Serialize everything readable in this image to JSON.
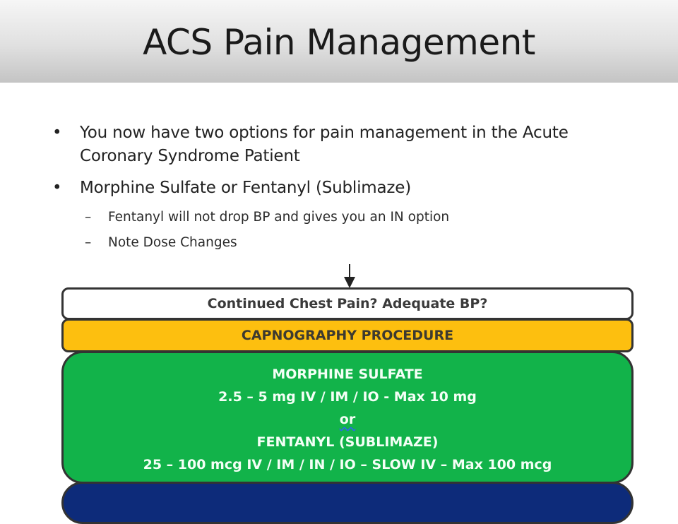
{
  "slide": {
    "title": "ACS Pain Management",
    "bullets": [
      {
        "text": "You now have two options for pain management in the Acute Coronary Syndrome Patient"
      },
      {
        "text": "Morphine Sulfate or Fentanyl (Sublimaze)"
      }
    ],
    "sub_bullets": [
      {
        "text": "Fentanyl will not drop BP and gives you an IN option"
      },
      {
        "text": "Note Dose Changes"
      }
    ]
  },
  "flowchart": {
    "step1": "Continued Chest Pain? Adequate BP?",
    "step2": "CAPNOGRAPHY PROCEDURE",
    "step3": {
      "line1": "MORPHINE SULFATE",
      "line2": "2.5 – 5 mg IV / IM / IO - Max 10 mg",
      "line3": "or",
      "line4": "FENTANYL (SUBLIMAZE)",
      "line5": "25 – 100 mcg IV / IM / IN / IO – SLOW IV – Max 100 mcg"
    }
  },
  "colors": {
    "title_bar": "#d8d8d8",
    "capnography_box": "#fdbf0f",
    "medication_box": "#12b34a",
    "next_box": "#0d2b7a"
  }
}
